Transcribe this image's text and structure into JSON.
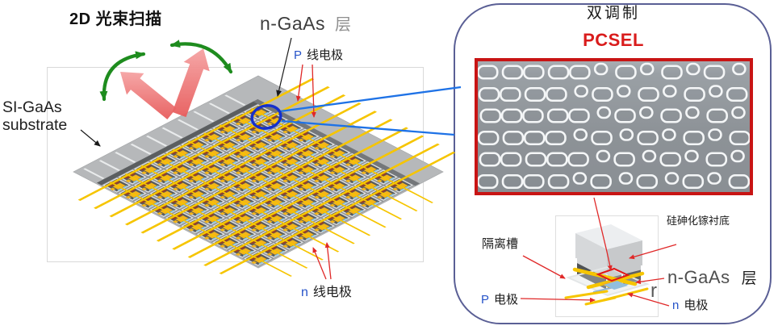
{
  "left_figure": {
    "title": "2D 光束扫描",
    "n_gaas_label": "n-GaAs",
    "n_gaas_layer": "层",
    "p_line_letter": "P",
    "p_line_text": "线电极",
    "substrate_line1": "SI-GaAs",
    "substrate_line2": "substrate",
    "n_line_letter": "n",
    "n_line_text": "线电极",
    "chip_grid": {
      "rows": 10,
      "cols": 10
    }
  },
  "right_panel": {
    "title": "双调制",
    "device_name": "PCSEL",
    "sem_pattern": {
      "rows": 6,
      "cols": 12
    },
    "substrate_label": "硅砷化镓衬底",
    "isolation_label": "隔离槽",
    "p_electrode_letter": "P",
    "p_electrode_text": "电极",
    "n_electrode_letter": "n",
    "n_electrode_text": "电极",
    "n_gaas_label": "n-GaAs",
    "n_gaas_layer": "层",
    "artifact_letter": "r"
  },
  "colors": {
    "pcsel_red": "#d91c1c",
    "sem_border_red": "#c81414",
    "panel_border": "#5a5f95",
    "callout_blue": "#1e72e6",
    "highlight_circle_blue": "#1530cc",
    "electrode_letter_blue": "#2653c9",
    "scan_arrow_green": "#1e8c1e",
    "beam_red": "#ee7272",
    "electrode_gold": "#f6c500"
  }
}
